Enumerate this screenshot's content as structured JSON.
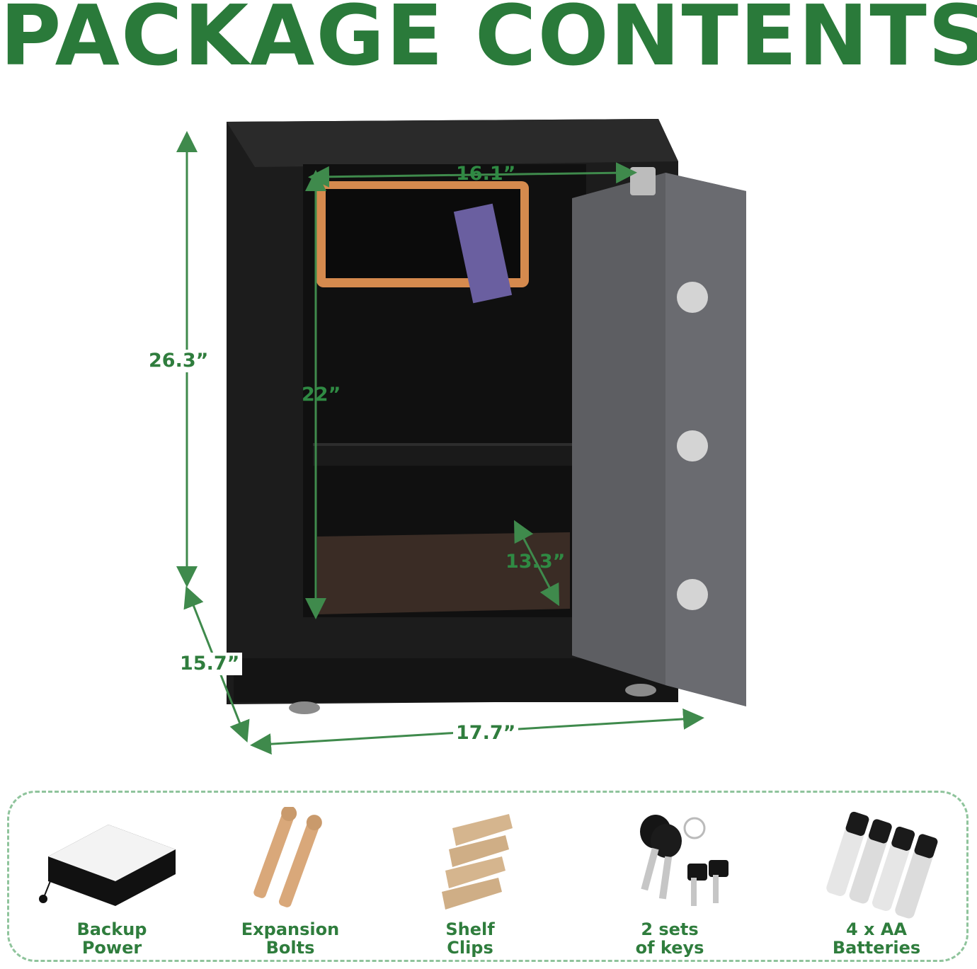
{
  "header": {
    "title": "PACKAGE CONTENTS"
  },
  "dimensions": {
    "height_outer": "26.3”",
    "height_inner": "22”",
    "width_inner": "16.1”",
    "depth_inner": "13.3”",
    "depth_outer": "15.7”",
    "width_outer": "17.7”"
  },
  "colors": {
    "accent": "#2a7a3a",
    "safe_body": "#1b1b1b",
    "door": "#5d5e62",
    "tray": "#d58a4e"
  },
  "package_items": [
    {
      "icon": "backup-power-icon",
      "line1": "Backup",
      "line2": "Power"
    },
    {
      "icon": "expansion-bolts-icon",
      "line1": "Expansion",
      "line2": "Bolts"
    },
    {
      "icon": "shelf-clips-icon",
      "line1": "Shelf",
      "line2": "Clips"
    },
    {
      "icon": "keys-icon",
      "line1": "2 sets",
      "line2": "of keys"
    },
    {
      "icon": "batteries-icon",
      "line1": "4 x AA",
      "line2": "Batteries"
    }
  ]
}
